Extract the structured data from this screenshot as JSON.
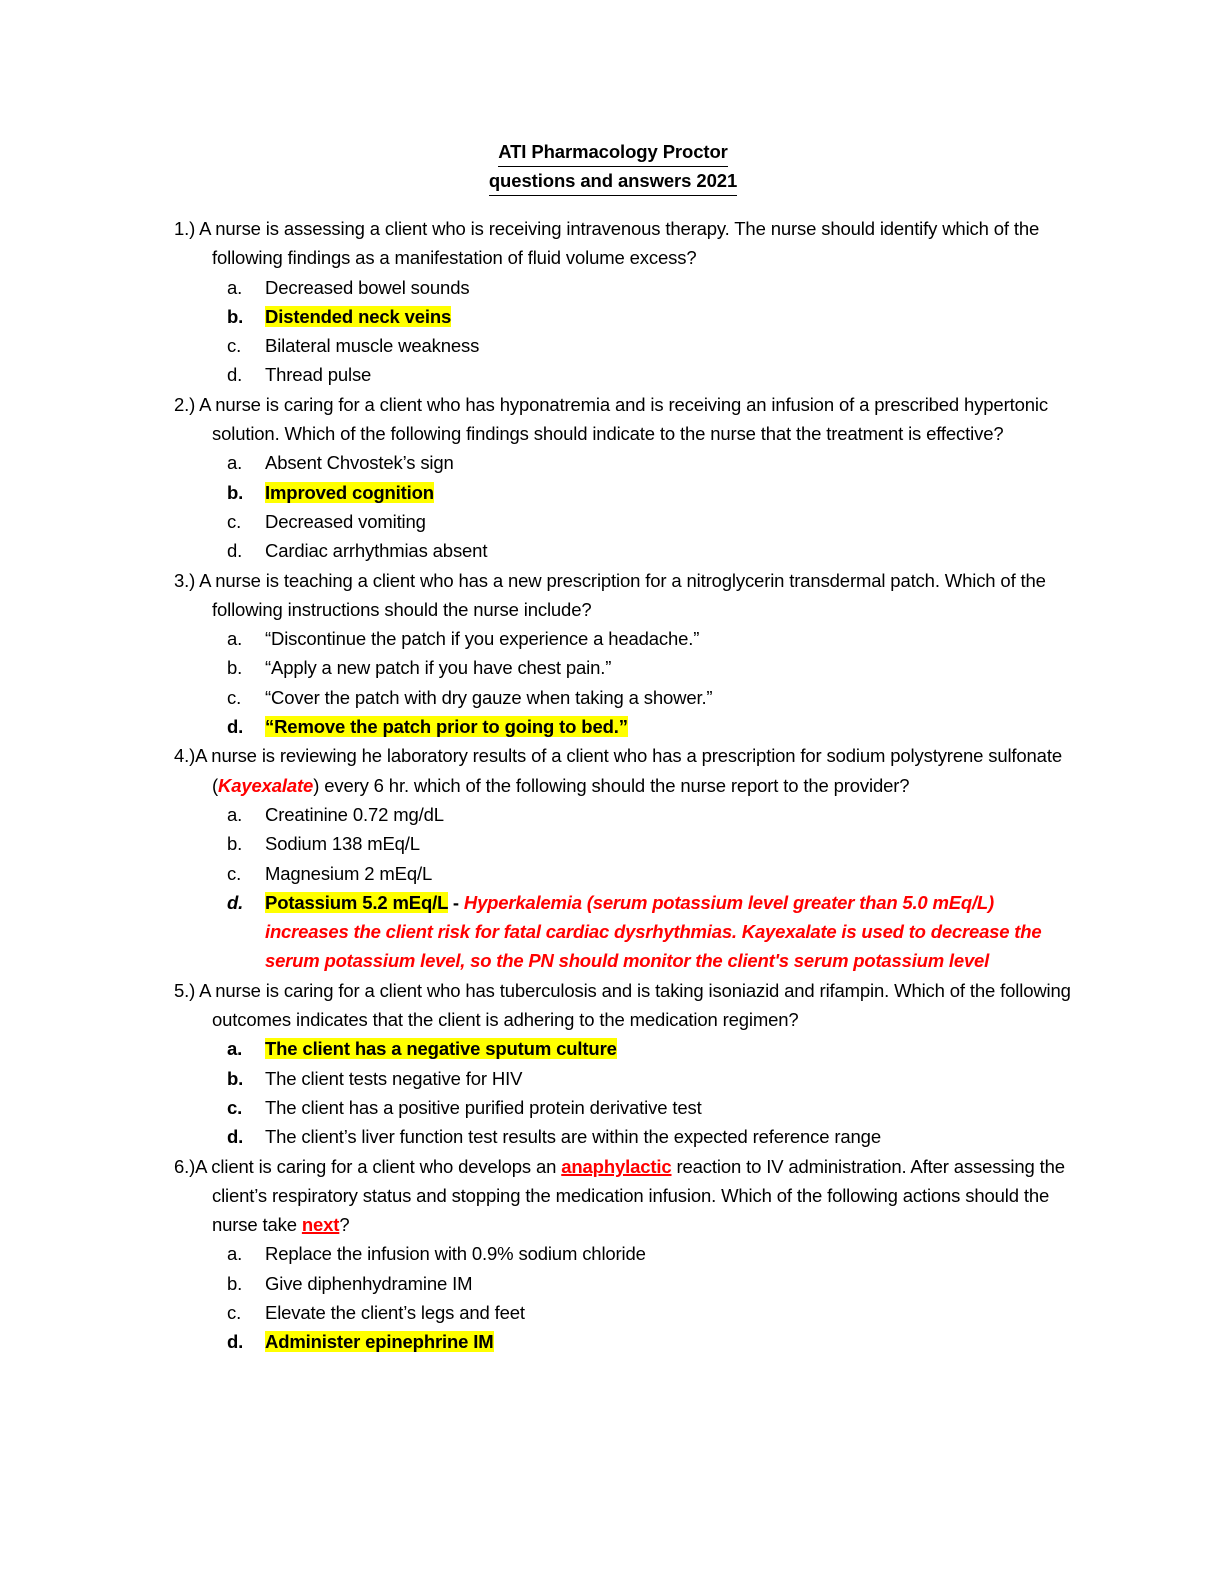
{
  "document": {
    "title_line_1": "ATI Pharmacology Proctor ",
    "title_line_2": "questions and answers 2021"
  },
  "questions": [
    {
      "number": "1.)",
      "stem": "A nurse is assessing a client who is receiving intravenous therapy. The nurse should identify which of the following findings as a manifestation of fluid volume excess?",
      "options": [
        {
          "marker": "a.",
          "text": "Decreased bowel sounds",
          "highlight": false,
          "marker_bold": false
        },
        {
          "marker": "b.",
          "text": "Distended neck veins",
          "highlight": true,
          "marker_bold": true
        },
        {
          "marker": "c.",
          "text": "Bilateral muscle weakness",
          "highlight": false,
          "marker_bold": false
        },
        {
          "marker": "d.",
          "text": "Thread pulse",
          "highlight": false,
          "marker_bold": false
        }
      ]
    },
    {
      "number": "2.)",
      "stem": "A nurse is caring for a client who has hyponatremia and is receiving an infusion of a prescribed hypertonic solution. Which of the following findings should indicate to the nurse that the treatment is effective?",
      "options": [
        {
          "marker": "a.",
          "text": "Absent Chvostek’s sign",
          "highlight": false,
          "marker_bold": false
        },
        {
          "marker": "b.",
          "text": "Improved cognition",
          "highlight": true,
          "marker_bold": true
        },
        {
          "marker": "c.",
          "text": "Decreased vomiting",
          "highlight": false,
          "marker_bold": false
        },
        {
          "marker": "d.",
          "text": "Cardiac arrhythmias absent",
          "highlight": false,
          "marker_bold": false
        }
      ]
    },
    {
      "number": "3.)",
      "stem": "A nurse is teaching a client who has a new prescription for a nitroglycerin transdermal patch. Which of the following instructions should the nurse include?",
      "options": [
        {
          "marker": "a.",
          "text": "“Discontinue the patch if you experience a headache.”",
          "highlight": false,
          "marker_bold": false
        },
        {
          "marker": "b.",
          "text": "“Apply a new patch if you have chest pain.”",
          "highlight": false,
          "marker_bold": false
        },
        {
          "marker": "c.",
          "text": "“Cover the patch with dry gauze when taking a shower.”",
          "highlight": false,
          "marker_bold": false
        },
        {
          "marker": "d.",
          "text": "“Remove the patch prior to going to bed.”",
          "highlight": true,
          "marker_bold": true
        }
      ]
    },
    {
      "number": "4.)",
      "stem_part_1": "A nurse is reviewing he laboratory results of a client who has a prescription for sodium polystyrene sulfonate (",
      "stem_drug": "Kayexalate",
      "stem_part_2": ") every 6 hr. which of the following should the nurse report to the provider?",
      "options": [
        {
          "marker": "a.",
          "text": "Creatinine 0.72 mg/dL",
          "highlight": false,
          "marker_bold": false
        },
        {
          "marker": "b.",
          "text": "Sodium 138 mEq/L",
          "highlight": false,
          "marker_bold": false
        },
        {
          "marker": "c.",
          "text": "Magnesium 2 mEq/L",
          "highlight": false,
          "marker_bold": false
        },
        {
          "marker": "d.",
          "text": "Potassium 5.2 mEq/L",
          "highlight": true,
          "marker_bold": true,
          "marker_italic": true,
          "separator": " - ",
          "explanation": "Hyperkalemia (serum potassium level greater than 5.0 mEq/L) increases the client risk for fatal cardiac dysrhythmias. Kayexalate is used to decrease the serum potassium level, so the PN should monitor the client's serum potassium level"
        }
      ]
    },
    {
      "number": "5.)",
      "stem": "A nurse is caring for a client who has tuberculosis and is taking isoniazid and rifampin. Which of the following outcomes indicates that the client is adhering to the medication regimen?",
      "options": [
        {
          "marker": "a.",
          "text": "The client has a negative sputum culture",
          "highlight": true,
          "marker_bold": true
        },
        {
          "marker": "b.",
          "text": "The client tests negative for HIV",
          "highlight": false,
          "marker_bold": true
        },
        {
          "marker": "c.",
          "text": "The client has a positive purified protein derivative test",
          "highlight": false,
          "marker_bold": true
        },
        {
          "marker": "d.",
          "text": "The client’s liver function test results are within the expected reference range",
          "highlight": false,
          "marker_bold": true
        }
      ]
    },
    {
      "number": "6.)",
      "stem_part_1": "A client is caring for a client who develops an ",
      "stem_red_1": "anaphylactic",
      "stem_part_2": " reaction to IV administration. After assessing the client’s respiratory status and stopping the medication infusion. Which of the following actions should the nurse take ",
      "stem_red_2": "next",
      "stem_part_3": "?",
      "options": [
        {
          "marker": "a.",
          "text": "Replace the infusion with 0.9% sodium chloride",
          "highlight": false,
          "marker_bold": false
        },
        {
          "marker": "b.",
          "text": "Give diphenhydramine IM",
          "highlight": false,
          "marker_bold": false
        },
        {
          "marker": "c.",
          "text": "Elevate the client’s legs and feet",
          "highlight": false,
          "marker_bold": false
        },
        {
          "marker": "d.",
          "text": "Administer epinephrine IM",
          "highlight": true,
          "marker_bold": true
        }
      ]
    }
  ],
  "colors": {
    "highlight": "#ffff00",
    "emphasis_red": "#ff0000",
    "text": "#000000",
    "background": "#ffffff"
  }
}
